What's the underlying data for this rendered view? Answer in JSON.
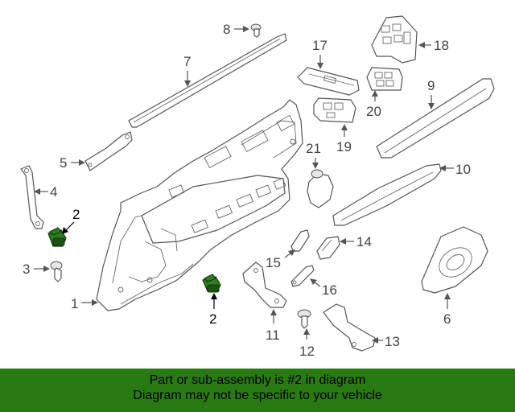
{
  "callouts": {
    "c1": "1",
    "c2a": "2",
    "c2b": "2",
    "c3": "3",
    "c4": "4",
    "c5": "5",
    "c6": "6",
    "c7": "7",
    "c8": "8",
    "c9": "9",
    "c10": "10",
    "c11": "11",
    "c12": "12",
    "c13": "13",
    "c14": "14",
    "c15": "15",
    "c16": "16",
    "c17": "17",
    "c18": "18",
    "c19": "19",
    "c20": "20",
    "c21": "21"
  },
  "highlight": {
    "color": "#2e7d1e"
  },
  "banner": {
    "line1": "Part or sub-assembly is #2 in diagram",
    "line2": "Diagram may not be specific to your vehicle",
    "color": "#2a7a14"
  }
}
